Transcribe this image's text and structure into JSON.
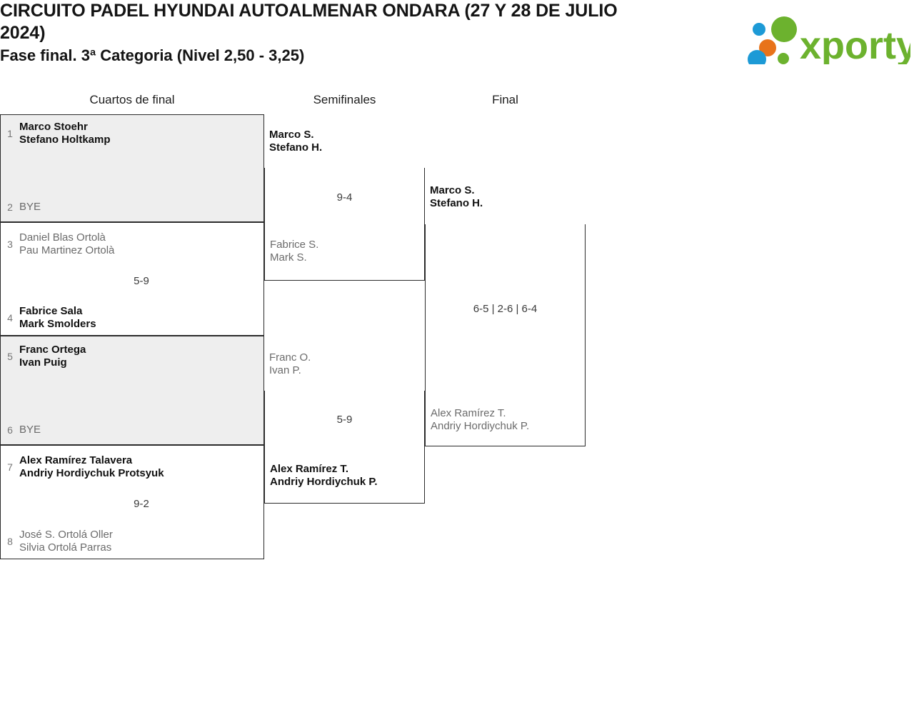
{
  "header": {
    "title": "CIRCUITO PADEL HYUNDAI AUTOALMENAR ONDARA (27 Y 28 DE JULIO 2024)",
    "subtitle": "Fase final. 3ª Categoria (Nivel 2,50 - 3,25)",
    "logo": {
      "name": "xporty-logo",
      "wordmark": "xporty",
      "colors": {
        "green": "#6cb22e",
        "blue": "#1d9ad6",
        "orange": "#e8731a"
      }
    }
  },
  "rounds": [
    {
      "label": "Cuartos de final"
    },
    {
      "label": "Semifinales"
    },
    {
      "label": "Final"
    }
  ],
  "bracket": {
    "quarterfinals": [
      {
        "shaded": true,
        "top": {
          "seed": "1",
          "line1": "Marco Stoehr",
          "line2": "Stefano Holtkamp",
          "result": "winner"
        },
        "bottom": {
          "seed": "2",
          "line1": "BYE",
          "line2": "",
          "result": "bye"
        },
        "score": ""
      },
      {
        "shaded": false,
        "top": {
          "seed": "3",
          "line1": "Daniel Blas Ortolà",
          "line2": "Pau Martinez Ortolà",
          "result": "loser"
        },
        "bottom": {
          "seed": "4",
          "line1": "Fabrice Sala",
          "line2": "Mark Smolders",
          "result": "winner"
        },
        "score": "5-9"
      },
      {
        "shaded": true,
        "top": {
          "seed": "5",
          "line1": "Franc Ortega",
          "line2": "Ivan Puig",
          "result": "winner"
        },
        "bottom": {
          "seed": "6",
          "line1": "BYE",
          "line2": "",
          "result": "bye"
        },
        "score": ""
      },
      {
        "shaded": false,
        "top": {
          "seed": "7",
          "line1": "Alex Ramírez Talavera",
          "line2": "Andriy Hordiychuk Protsyuk",
          "result": "winner"
        },
        "bottom": {
          "seed": "8",
          "line1": "José S. Ortolá Oller",
          "line2": "Silvia Ortolá Parras",
          "result": "loser"
        },
        "score": "9-2"
      }
    ],
    "semifinals": [
      {
        "top": {
          "line1": "Marco S.",
          "line2": "Stefano H.",
          "result": "winner"
        },
        "bottom": {
          "line1": "Fabrice S.",
          "line2": "Mark S.",
          "result": "loser"
        },
        "score": "9-4"
      },
      {
        "top": {
          "line1": "Franc O.",
          "line2": "Ivan P.",
          "result": "loser"
        },
        "bottom": {
          "line1": "Alex Ramírez T.",
          "line2": "Andriy Hordiychuk P.",
          "result": "winner"
        },
        "score": "5-9"
      }
    ],
    "final": [
      {
        "top": {
          "line1": "Marco S.",
          "line2": "Stefano H.",
          "result": "winner"
        },
        "bottom": {
          "line1": "Alex Ramírez T.",
          "line2": "Andriy Hordiychuk P.",
          "result": "loser"
        },
        "score": "6-5 | 2-6 | 6-4"
      }
    ]
  }
}
